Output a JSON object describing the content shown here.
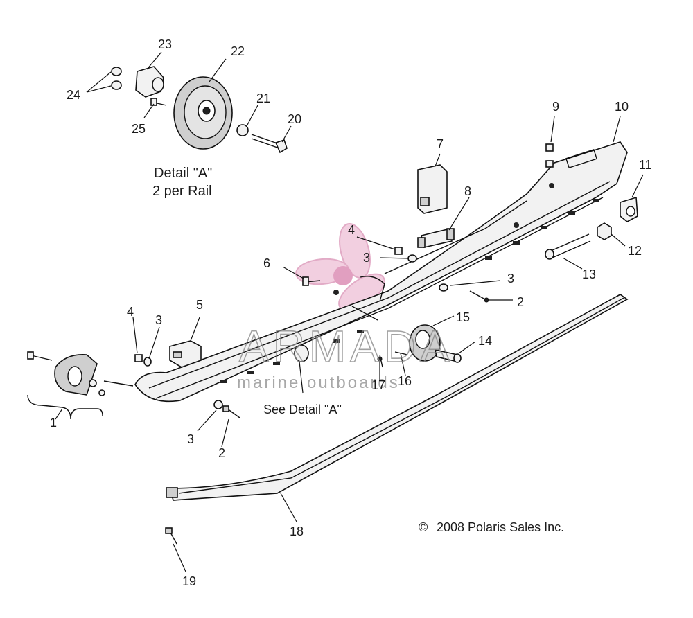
{
  "callouts": [
    "1",
    "2",
    "2",
    "3",
    "3",
    "3",
    "3",
    "4",
    "4",
    "5",
    "6",
    "7",
    "8",
    "9",
    "10",
    "11",
    "12",
    "13",
    "14",
    "15",
    "16",
    "17",
    "18",
    "19",
    "20",
    "21",
    "22",
    "23",
    "24",
    "25"
  ],
  "detail_caption": {
    "line1": "Detail \"A\"",
    "line2": "2 per Rail"
  },
  "see_detail": "See Detail \"A\"",
  "copyright": "2008 Polaris Sales Inc.",
  "copyright_symbol": "©",
  "watermark": {
    "name": "ARMADA",
    "tagline": "marine outboards",
    "logo_color": "#e4a4c4"
  }
}
